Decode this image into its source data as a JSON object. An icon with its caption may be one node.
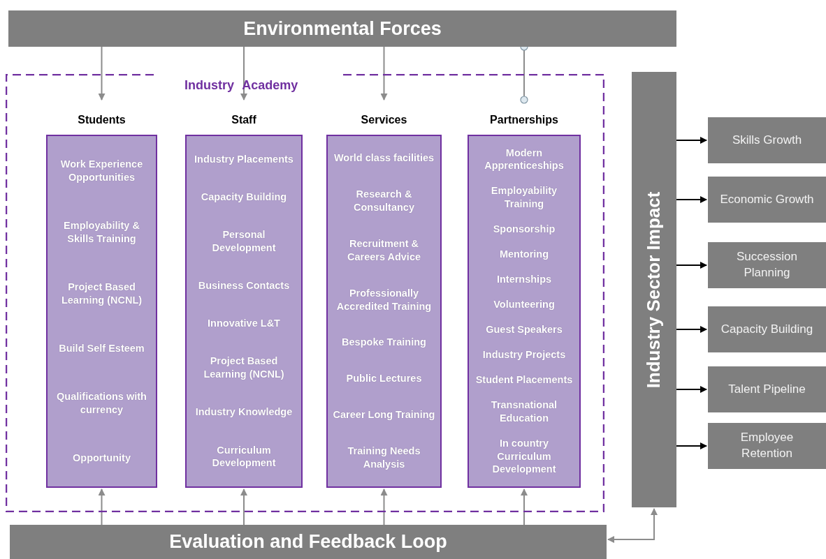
{
  "diagram": {
    "nodes": [
      {
        "text": [
          "Environmental Forces"
        ]
      },
      {
        "text": [
          "Industry Academy"
        ]
      },
      {
        "text": [
          "Students",
          "Work Experience Opportunities",
          "Employability & Skills Training",
          "Project Based Learning (NCNL)",
          "Build Self Esteem",
          "Qualifications with currency",
          "Opportunity"
        ],
        "in": 1
      },
      {
        "text": [
          "Staff",
          "Industry Placements",
          "Capacity Building",
          "Personal Development",
          "Business Contacts",
          "Innovative L&T",
          "Project Based Learning (NCNL)",
          "Industry Knowledge",
          "Curriculum Development"
        ],
        "in": 1
      },
      {
        "text": [
          "Services",
          "World class facilities",
          "Research & Consultancy",
          "Recruitment & Careers Advice",
          "Professionally Accredited Training",
          "Bespoke Training",
          "Public Lectures",
          "Career Long Training",
          "Training Needs Analysis"
        ],
        "in": 1
      },
      {
        "text": [
          "Partnerships",
          "Modern Apprenticeships",
          "Employability Training",
          "Sponsorship",
          "Mentoring",
          "Internships",
          "Volunteering",
          "Guest Speakers",
          "Industry Projects",
          "Student Placements",
          "Transnational Education",
          "In country Curriculum Development"
        ],
        "in": 1
      },
      {
        "text": [
          "Industry Sector Impact"
        ]
      },
      {
        "text": [
          "Skills Growth"
        ]
      },
      {
        "text": [
          "Economic Growth"
        ]
      },
      {
        "text": [
          "Succession Planning"
        ]
      },
      {
        "text": [
          "Capacity Building"
        ]
      },
      {
        "text": [
          "Talent Pipeline"
        ]
      },
      {
        "text": [
          "Employee Retention"
        ]
      },
      {
        "text": [
          "Evaluation and Feedback Loop"
        ]
      }
    ],
    "edges": [
      {
        "from": 0,
        "to": 2,
        "arrow": "to"
      },
      {
        "from": 0,
        "to": 3,
        "arrow": "to"
      },
      {
        "from": 0,
        "to": 4,
        "arrow": "to"
      },
      {
        "from": 0,
        "to": 5,
        "arrow": "other"
      },
      {
        "from": 6,
        "to": 7,
        "arrow": "to",
        "color": "#000000"
      },
      {
        "from": 6,
        "to": 8,
        "arrow": "to",
        "color": "#000000"
      },
      {
        "from": 6,
        "to": 9,
        "arrow": "to",
        "color": "#000000"
      },
      {
        "from": 6,
        "to": 10,
        "arrow": "to",
        "color": "#000000"
      },
      {
        "from": 6,
        "to": 11,
        "arrow": "to",
        "color": "#000000"
      },
      {
        "from": 6,
        "to": 12,
        "arrow": "to",
        "color": "#000000"
      },
      {
        "from": 13,
        "to": 2,
        "arrow": "to"
      },
      {
        "from": 13,
        "to": 3,
        "arrow": "to"
      },
      {
        "from": 13,
        "to": 4,
        "arrow": "to"
      },
      {
        "from": 13,
        "to": 5,
        "arrow": "to"
      },
      {
        "from": 13,
        "to": 6,
        "arrow": "both"
      }
    ]
  }
}
